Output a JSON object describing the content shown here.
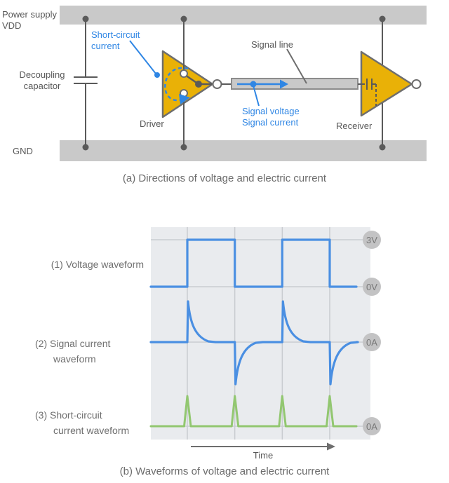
{
  "colors": {
    "bar_gray": "#c9c9c9",
    "circuit_line": "#5a5a5a",
    "triangle_yellow": "#e9b107",
    "triangle_stroke": "#6e6e6e",
    "annotation_blue": "#2f86e4",
    "chart_blue": "#4a8fe2",
    "chart_green": "#92c770",
    "chart_bg": "#e9ebee",
    "grid_line": "#c9ccd0",
    "badge_bg": "#c3c3c4",
    "badge_text": "#777777",
    "text_gray": "#585858",
    "caption_gray": "#6b6b6b"
  },
  "diagram_a": {
    "power_supply": {
      "line1": "Power supply",
      "line2": "VDD"
    },
    "gnd": "GND",
    "decoupling": {
      "line1": "Decoupling",
      "line2": "capacitor"
    },
    "short_circuit": {
      "line1": "Short-circuit",
      "line2": "current"
    },
    "driver": "Driver",
    "receiver": "Receiver",
    "signal_line": "Signal line",
    "signal_annotation": {
      "line1": "Signal voltage",
      "line2": "Signal current"
    },
    "caption": "(a) Directions of voltage and electric current"
  },
  "diagram_b": {
    "labels": {
      "row1": "(1) Voltage waveform",
      "row2_line1": "(2) Signal current",
      "row2_line2": "waveform",
      "row3_line1": "(3) Short-circuit",
      "row3_line2": "current waveform"
    },
    "badges": [
      "3V",
      "0V",
      "0A",
      "0A"
    ],
    "time_label": "Time",
    "caption": "(b) Waveforms of voltage and electric current"
  },
  "chart_data": {
    "type": "line",
    "title": "(b) Waveforms of voltage and electric current",
    "xlabel": "Time",
    "grid": true,
    "background": "#e9ebee",
    "x_gridlines_t": [
      1,
      2,
      3,
      4
    ],
    "x_range_t": [
      0.25,
      4.56
    ],
    "right_axis_labels": [
      "3V",
      "0V",
      "0A",
      "0A"
    ],
    "series": [
      {
        "name": "(1) Voltage waveform",
        "kind": "square_wave",
        "low_label": "0V",
        "high_label": "3V",
        "start_level": "low",
        "transition_t": [
          1,
          2,
          3,
          4
        ],
        "color_key": "chart_blue"
      },
      {
        "name": "(2) Signal current waveform",
        "kind": "exponential_decay_pulses",
        "baseline_label": "0A",
        "positive_pulse_t": [
          1,
          3
        ],
        "negative_pulse_t": [
          2,
          4
        ],
        "color_key": "chart_blue"
      },
      {
        "name": "(3) Short-circuit current waveform",
        "kind": "narrow_spikes",
        "baseline_label": "0A",
        "spike_t": [
          1,
          2,
          3,
          4
        ],
        "polarity": "positive",
        "color_key": "chart_green"
      }
    ]
  }
}
